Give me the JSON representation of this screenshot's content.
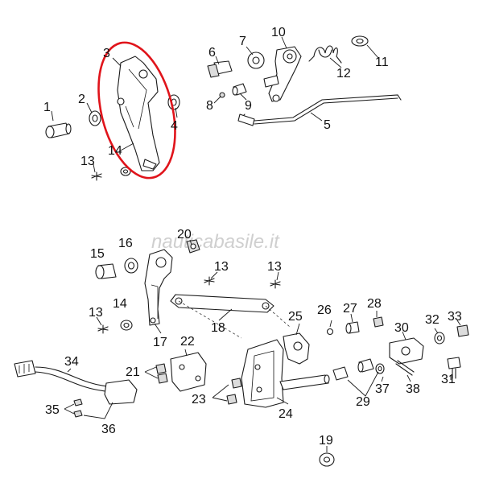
{
  "diagram": {
    "watermark": "nauticabasile.it",
    "highlight_color": "#e0141b",
    "callouts": {
      "c1": "1",
      "c2": "2",
      "c3": "3",
      "c4": "4",
      "c5": "5",
      "c6": "6",
      "c7": "7",
      "c8": "8",
      "c9": "9",
      "c10": "10",
      "c11": "11",
      "c12": "12",
      "c13a": "13",
      "c14a": "14",
      "c15": "15",
      "c16": "16",
      "c20": "20",
      "c13b": "13",
      "c13c": "13",
      "c13d": "13",
      "c14b": "14",
      "c17": "17",
      "c18": "18",
      "c22": "22",
      "c21": "21",
      "c25": "25",
      "c26": "26",
      "c27": "27",
      "c28": "28",
      "c30": "30",
      "c32": "32",
      "c33": "33",
      "c34": "34",
      "c23": "23",
      "c24": "24",
      "c29": "29",
      "c37": "37",
      "c38": "38",
      "c31": "31",
      "c35": "35",
      "c36": "36",
      "c19": "19"
    }
  }
}
